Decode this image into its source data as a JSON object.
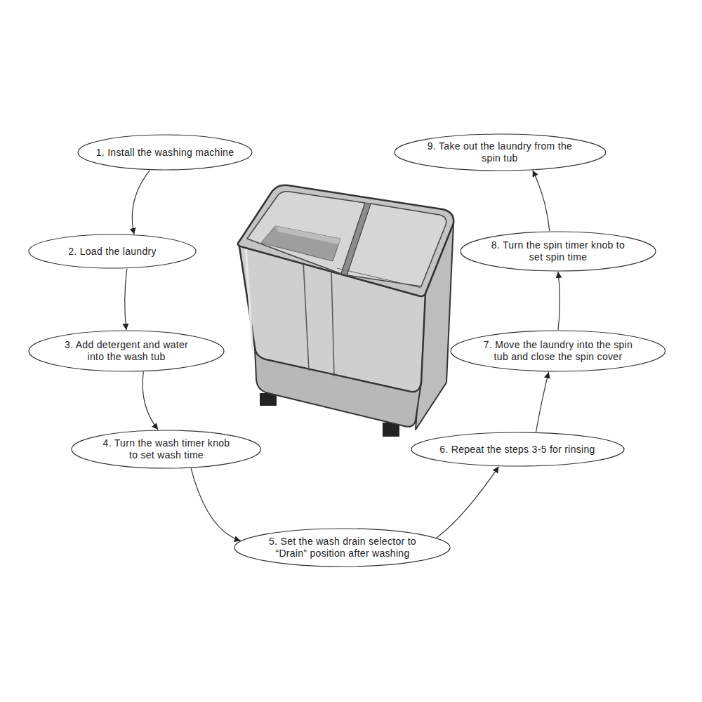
{
  "diagram": {
    "nodes": [
      {
        "text": [
          "1. Install the washing machine"
        ]
      },
      {
        "text": [
          "2. Load the laundry"
        ]
      },
      {
        "text": [
          "3. Add detergent and water into the wash tub"
        ]
      },
      {
        "text": [
          "4. Turn the wash timer knob to set wash time"
        ]
      },
      {
        "text": [
          "5. Set the wash drain selector to “Drain” position after washing"
        ]
      },
      {
        "text": [
          "6. Repeat the steps 3-5 for rinsing"
        ]
      },
      {
        "text": [
          "7. Move the laundry into the spin tub and close the spin cover"
        ]
      },
      {
        "text": [
          "8. Turn the spin timer knob to set spin time"
        ]
      },
      {
        "text": [
          "9. Take out the laundry from the spin tub"
        ]
      }
    ],
    "edges": [
      {
        "from": 0,
        "to": 1,
        "arrow": "to"
      },
      {
        "from": 1,
        "to": 2,
        "arrow": "to"
      },
      {
        "from": 2,
        "to": 3,
        "arrow": "to"
      },
      {
        "from": 3,
        "to": 4,
        "arrow": "to"
      },
      {
        "from": 4,
        "to": 5,
        "arrow": "to"
      },
      {
        "from": 5,
        "to": 6,
        "arrow": "to"
      },
      {
        "from": 6,
        "to": 7,
        "arrow": "to"
      },
      {
        "from": 7,
        "to": 8,
        "arrow": "to"
      }
    ]
  }
}
